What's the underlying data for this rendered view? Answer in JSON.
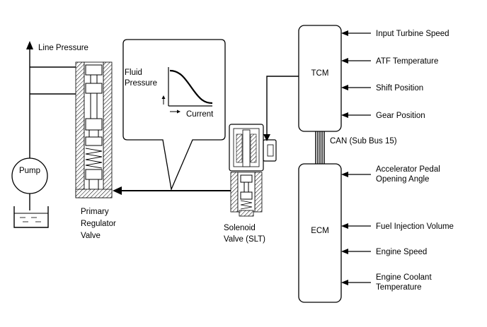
{
  "labels": {
    "line_pressure": "Line Pressure",
    "pump": "Pump",
    "primary_regulator_valve": [
      "Primary",
      "Regulator",
      "Valve"
    ],
    "fluid_pressure": [
      "Fluid",
      "Pressure"
    ],
    "current": "Current",
    "solenoid_valve": [
      "Solenoid",
      "Valve (SLT)"
    ],
    "tcm": "TCM",
    "ecm": "ECM",
    "can": "CAN (Sub Bus 15)"
  },
  "tcm_inputs": [
    [
      "Input Turbine Speed"
    ],
    [
      "ATF Temperature"
    ],
    [
      "Shift Position"
    ],
    [
      "Gear Position"
    ]
  ],
  "ecm_inputs": [
    [
      "Accelerator Pedal",
      "Opening Angle"
    ],
    [
      "Fuel Injection Volume"
    ],
    [
      "Engine Speed"
    ],
    [
      "Engine Coolant",
      "Temperature"
    ]
  ]
}
